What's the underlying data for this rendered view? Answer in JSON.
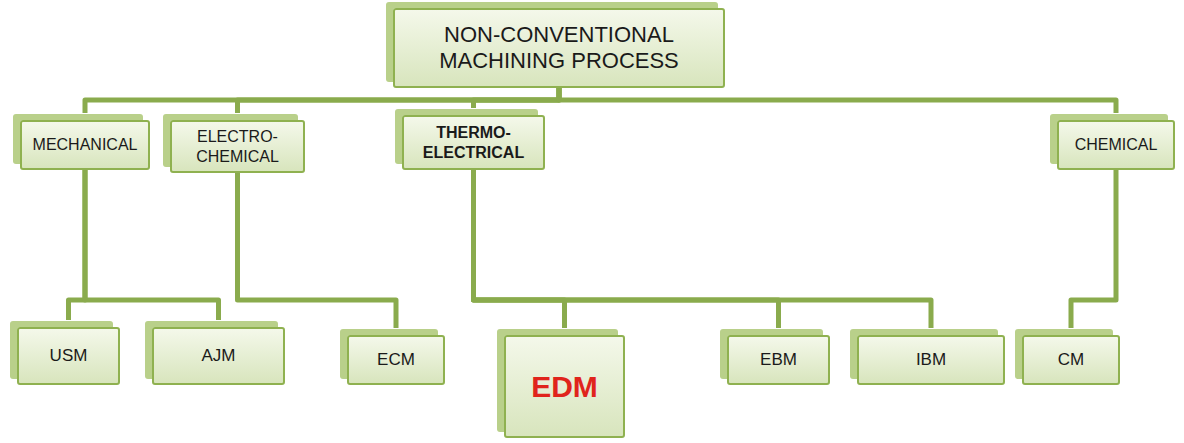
{
  "diagram": {
    "nodes": [
      {
        "text": [
          "NON-CONVENTIONAL MACHINING PROCESS"
        ]
      },
      {
        "text": [
          "MECHANICAL"
        ]
      },
      {
        "text": [
          "ELECTRO-CHEMICAL"
        ]
      },
      {
        "text": [
          "THERMO-ELECTRICAL"
        ]
      },
      {
        "text": [
          "CHEMICAL"
        ]
      },
      {
        "text": [
          "USM"
        ]
      },
      {
        "text": [
          "AJM"
        ]
      },
      {
        "text": [
          "ECM"
        ]
      },
      {
        "text": [
          "EDM"
        ]
      },
      {
        "text": [
          "EBM"
        ]
      },
      {
        "text": [
          "IBM"
        ]
      },
      {
        "text": [
          "CM"
        ]
      }
    ],
    "edges": [
      {
        "from": 0,
        "to": 1,
        "arrow": "none"
      },
      {
        "from": 0,
        "to": 2,
        "arrow": "none"
      },
      {
        "from": 0,
        "to": 3,
        "arrow": "none"
      },
      {
        "from": 0,
        "to": 4,
        "arrow": "none"
      },
      {
        "from": 1,
        "to": 5,
        "arrow": "none"
      },
      {
        "from": 1,
        "to": 6,
        "arrow": "none"
      },
      {
        "from": 2,
        "to": 7,
        "arrow": "none"
      },
      {
        "from": 3,
        "to": 8,
        "arrow": "none"
      },
      {
        "from": 3,
        "to": 9,
        "arrow": "none"
      },
      {
        "from": 3,
        "to": 10,
        "arrow": "none"
      },
      {
        "from": 4,
        "to": 11,
        "arrow": "none"
      }
    ]
  }
}
